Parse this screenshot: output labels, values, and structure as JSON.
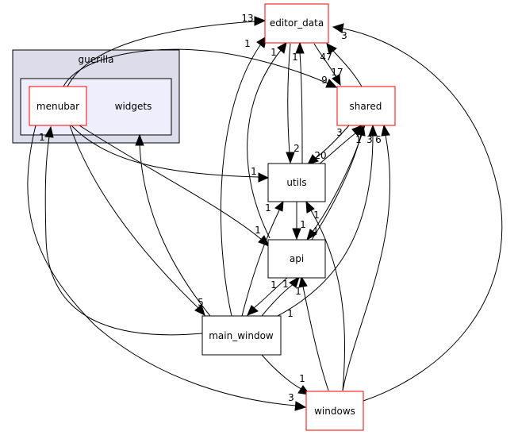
{
  "cluster": {
    "outer_label": "guerilla",
    "inner_label": "",
    "colors": {
      "outer_fill": "#dcdcea",
      "inner_fill": "#eeeefc",
      "border": "#000000"
    }
  },
  "nodes": {
    "editor_data": {
      "label": "editor_data",
      "border_color": "#ff0000"
    },
    "shared": {
      "label": "shared",
      "border_color": "#ff0000"
    },
    "menubar": {
      "label": "menubar",
      "border_color": "#ff0000"
    },
    "widgets": {
      "label": "widgets",
      "border_color": ""
    },
    "utils": {
      "label": "utils",
      "border_color": "#000000"
    },
    "api": {
      "label": "api",
      "border_color": "#000000"
    },
    "main_window": {
      "label": "main_window",
      "border_color": "#000000"
    },
    "windows": {
      "label": "windows",
      "border_color": "#ff0000"
    }
  },
  "edge_labels": {
    "menubar_editor": "13",
    "mainwin_editor": "1",
    "utils_editor": "1",
    "api_editor": "1",
    "windows_editor": "3",
    "shared_editor": "47",
    "editor_shared": "17",
    "menubar_shared": "9",
    "menubar_utils": "1",
    "editor_utils": "2",
    "shared_utils": "20",
    "utils_shared": "3",
    "api_shared": "1",
    "mainwin_shared": "3",
    "windows_shared": "6",
    "mainwin_utils": "1",
    "windows_utils": "1",
    "utils_api": "1",
    "shared_api": "4",
    "menubar_api": "1",
    "mainwin_api": "1",
    "windows_api": "1",
    "api_mainwin": "1",
    "menubar_mainwin": "5",
    "mainwin_windows": "1",
    "menubar_windows": "3",
    "mainwin_menubar": "1",
    "mainwin_widgets": ""
  }
}
